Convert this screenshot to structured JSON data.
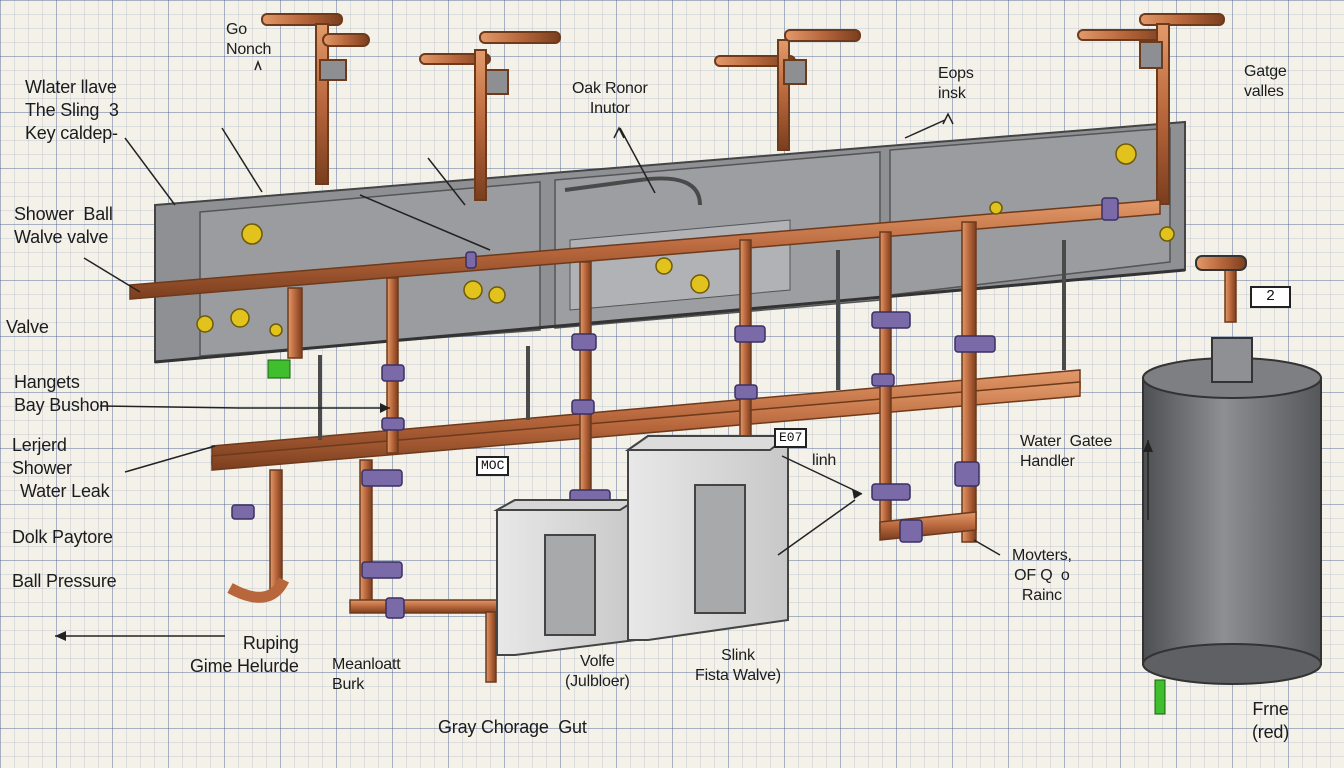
{
  "labels": {
    "go_nonch": "Go\nNonch",
    "water_llave": "Wlater llave\nThe Sling  3\nKey caldep-",
    "shower_ball": "Shower  Ball\nWalve valve",
    "valve": "Valve",
    "hangets": "Hangets\nBay Bushon",
    "lerjerd": "Lerjerd\nShower",
    "water_leak": "Water Leak",
    "dolk_paytore": "Dolk Paytore",
    "ball_pressure": "Ball Pressure",
    "ruping": "Ruping\nGime Helurde",
    "meanloatt": "Meanloatt\nBurk",
    "gray_chorage": "Gray Chorage  Gut",
    "volfe": "Volfe\n(Julbloer)",
    "slink": "Slink\nFista Walve)",
    "oak_ronor": "Oak Ronor\nInutor",
    "eops_insk": "Eops\ninsk",
    "gatge_valles": "Gatge\nvalles",
    "water_gatee": "Water  Gatee\nHandler",
    "linh": "linh",
    "movters": "Movters,\nOF Q  o\nRainc",
    "frne": "Frne\n(red)"
  },
  "tags": {
    "moc": "MOC",
    "e07": "E07",
    "two": "2"
  },
  "colors": {
    "copper": "#b8673c",
    "panel": "#8e9094",
    "tank": "#6d6f72",
    "valve": "#7b6aa8",
    "brass": "#e2c21c",
    "grid": "#5a6e9a"
  }
}
